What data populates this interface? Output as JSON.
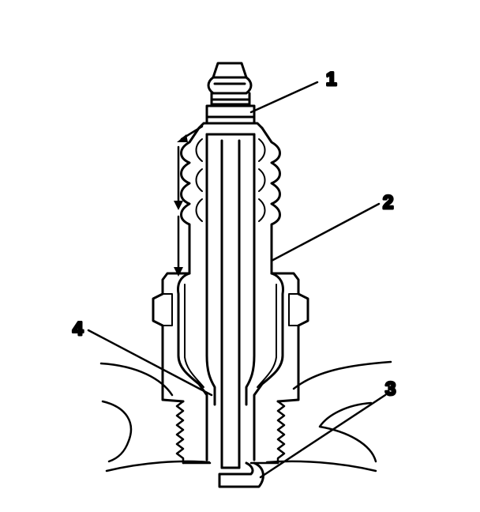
{
  "diagram": {
    "callouts": [
      {
        "id": "callout-1",
        "text": "1"
      },
      {
        "id": "callout-2",
        "text": "2"
      },
      {
        "id": "callout-3",
        "text": "3"
      },
      {
        "id": "callout-4",
        "text": "4"
      }
    ],
    "colors": {
      "line": "#000000",
      "background": "#ffffff"
    }
  }
}
